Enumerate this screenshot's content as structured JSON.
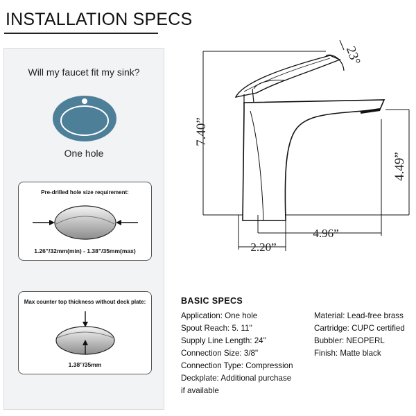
{
  "title": "INSTALLATION SPECS",
  "left_panel": {
    "question": "Will my faucet fit my sink?",
    "sink_label": "One hole",
    "hole_card": {
      "title": "Pre-drilled hole size requirement:",
      "range": "1.26”/32mm(min) - 1.38”/35mm(max)"
    },
    "thickness_card": {
      "title": "Max counter top thickness without deck plate:",
      "value": "1.38”/35mm"
    }
  },
  "dimensions": {
    "angle": "23°",
    "height": "7.40”",
    "spout_height": "4.49”",
    "reach": "4.96”",
    "base": "2.20”"
  },
  "basic_specs": {
    "title": "BASIC SPECS",
    "left": [
      "Application: One hole",
      "Spout Reach: 5. 11''",
      "Supply Line Length: 24''",
      "Connection Size: 3/8\"",
      "Connection Type: Compression",
      "Deckplate: Additional purchase",
      "if available"
    ],
    "right": [
      "Material: Lead-free brass",
      "Cartridge: CUPC certified",
      "Bubbler: NEOPERL",
      "Finish: Matte black"
    ]
  },
  "colors": {
    "sink_fill": "#4e7f98",
    "panel_bg": "#f2f3f5"
  }
}
